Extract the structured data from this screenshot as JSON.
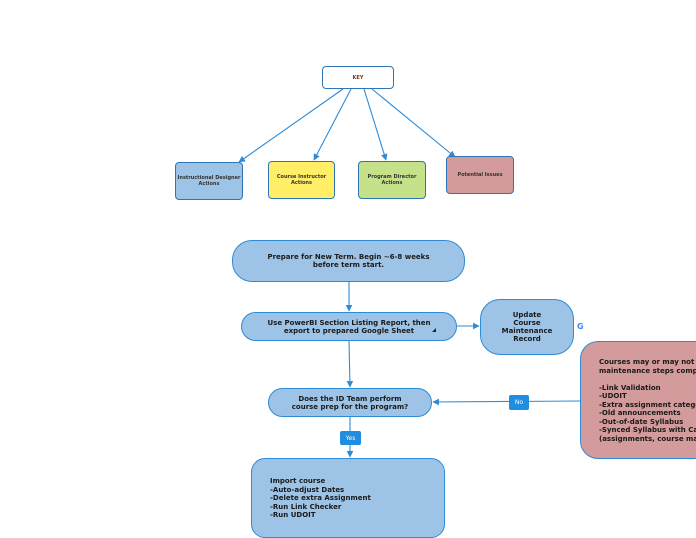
{
  "key": {
    "label": "KEY"
  },
  "legend": {
    "designer": "Instructional Designer Actions",
    "instructor": "Course Instructor Actions",
    "director": "Program Director Actions",
    "issues": "Potential Issues"
  },
  "flow": {
    "prepare": "Prepare for New Term. Begin ~6-8 weeks before term start.",
    "powerbi": "Use PowerBI Section Listing Report, then export to prepared Google Sheet",
    "update_record": "Update Course Maintenance Record",
    "id_team_question": "Does the ID Team perform course prep for the program?",
    "yes_label": "Yes",
    "no_label": "No",
    "import_course": "Import course\n-Auto-adjust Dates\n-Delete extra Assignment\n-Run Link Checker\n-Run UDOIT",
    "issues_text": "Courses may or may not\nmaintenance steps comp\n\n-Link Validation\n-UDOIT\n-Extra assignment catego\n-Old announcements\n-Out-of-date Syllabus\n-Synced Syllabus with Ca\n(assignments, course ma"
  },
  "icons": {
    "google": "G"
  }
}
